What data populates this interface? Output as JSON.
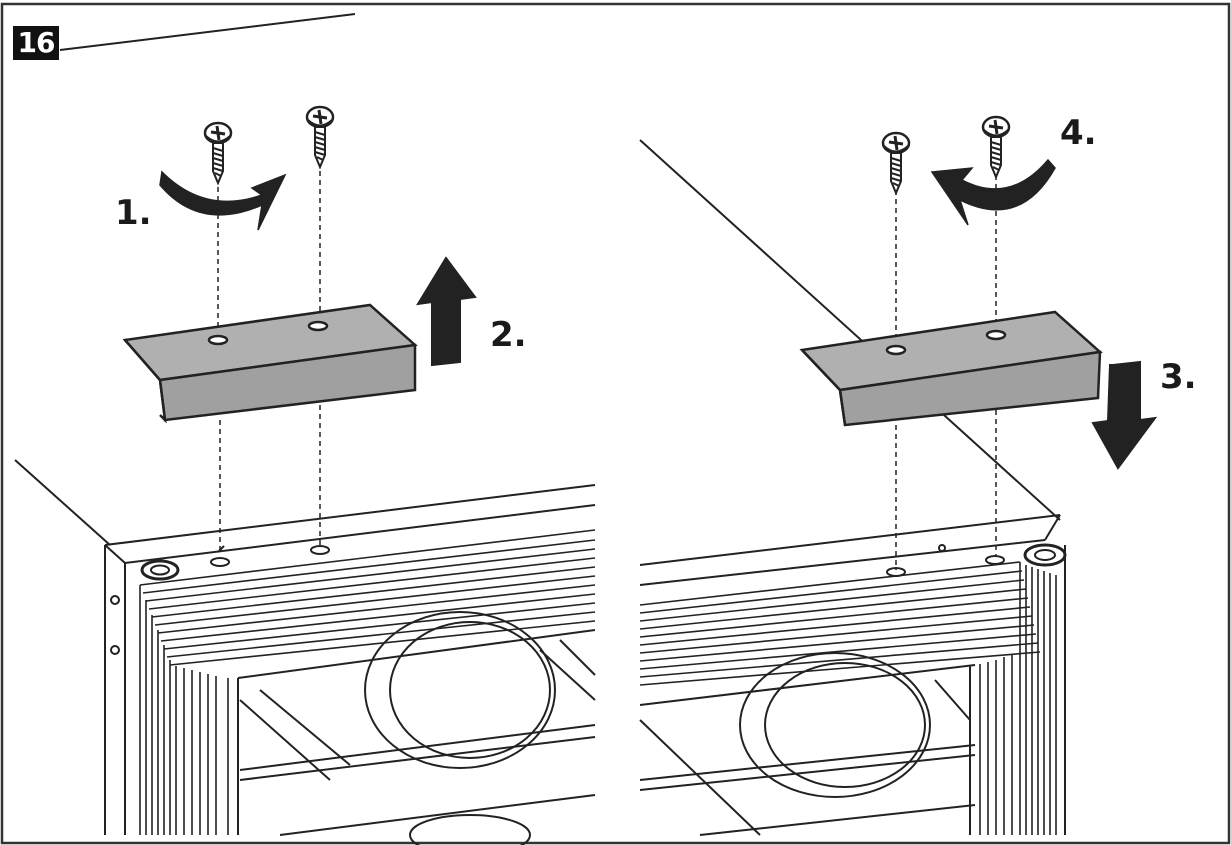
{
  "figure": {
    "number": "16",
    "steps": {
      "step1": "1.",
      "step2": "2.",
      "step3": "3.",
      "step4": "4."
    }
  },
  "colors": {
    "line": "#222222",
    "bracket_fill": "#a8a8a8",
    "badge_bg": "#111111"
  },
  "icons": {
    "screw": "screw-icon",
    "rotate_cw": "rotate-clockwise-arrow-icon",
    "rotate_ccw": "rotate-counterclockwise-arrow-icon",
    "up": "up-arrow-icon",
    "down": "down-arrow-icon"
  }
}
